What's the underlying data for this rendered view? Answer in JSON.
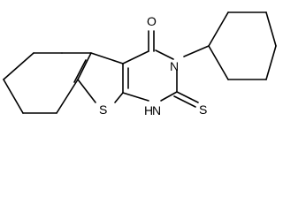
{
  "molecule": {
    "atoms": {
      "oxygen": "O",
      "nitrogen_ring": "N",
      "sulfur_thiophene": "S",
      "nh": "H",
      "nh_n": "N",
      "thione_sulfur": "S"
    },
    "colors": {
      "ink": "#000000",
      "background": "#ffffff"
    }
  }
}
